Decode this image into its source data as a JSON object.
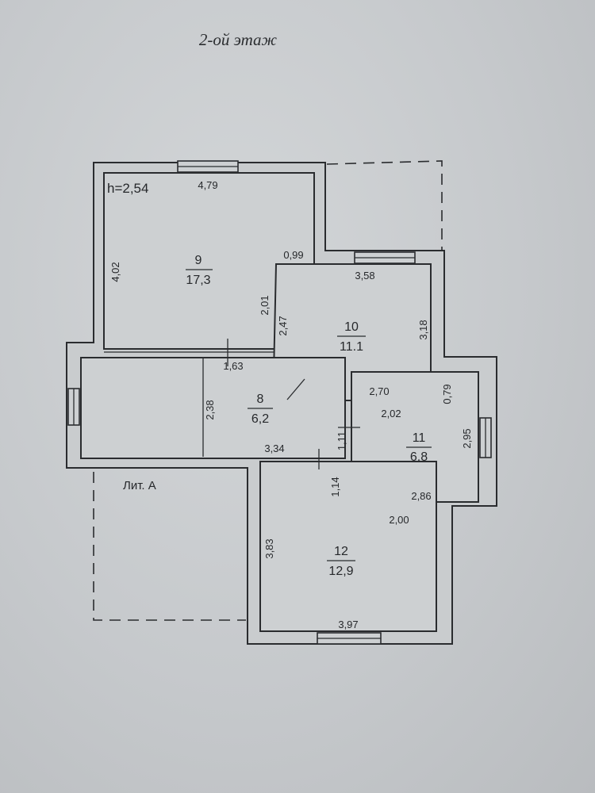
{
  "title": "2-ой этаж",
  "ceiling_height": "h=2,54",
  "litera": "Лит. А",
  "rooms": [
    {
      "id": "r9",
      "number": "9",
      "area": "17,3"
    },
    {
      "id": "r10",
      "number": "10",
      "area": "11.1"
    },
    {
      "id": "r8",
      "number": "8",
      "area": "6,2"
    },
    {
      "id": "r11",
      "number": "11",
      "area": "6,8"
    },
    {
      "id": "r12",
      "number": "12",
      "area": "12,9"
    }
  ],
  "dimensions": {
    "d479": "4,79",
    "d402": "4,02",
    "d099": "0,99",
    "d201": "2,01",
    "d358": "3,58",
    "d247": "2,47",
    "d318": "3,18",
    "d163": "1,63",
    "d270": "2,70",
    "d079": "0,79",
    "d238": "2,38",
    "d202": "2,02",
    "d111": "1,11",
    "d334": "3,34",
    "d295": "2,95",
    "d114": "1,14",
    "d286": "2,86",
    "d200": "2,00",
    "d383": "3,83",
    "d397": "3,97"
  }
}
